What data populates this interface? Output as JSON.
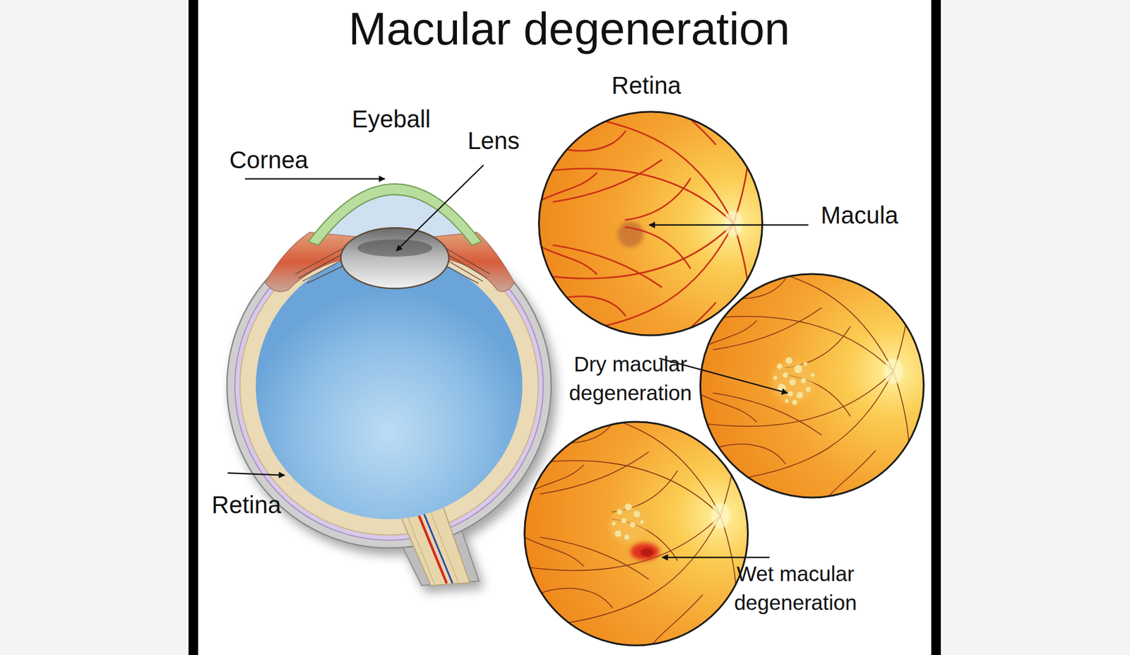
{
  "diagram": {
    "title": "Macular degeneration",
    "labels": [
      "Eyeball",
      "Cornea",
      "Lens",
      "Retina",
      "Macula",
      "Dry macular degeneration",
      "Wet macular degeneration",
      "Retina"
    ]
  }
}
